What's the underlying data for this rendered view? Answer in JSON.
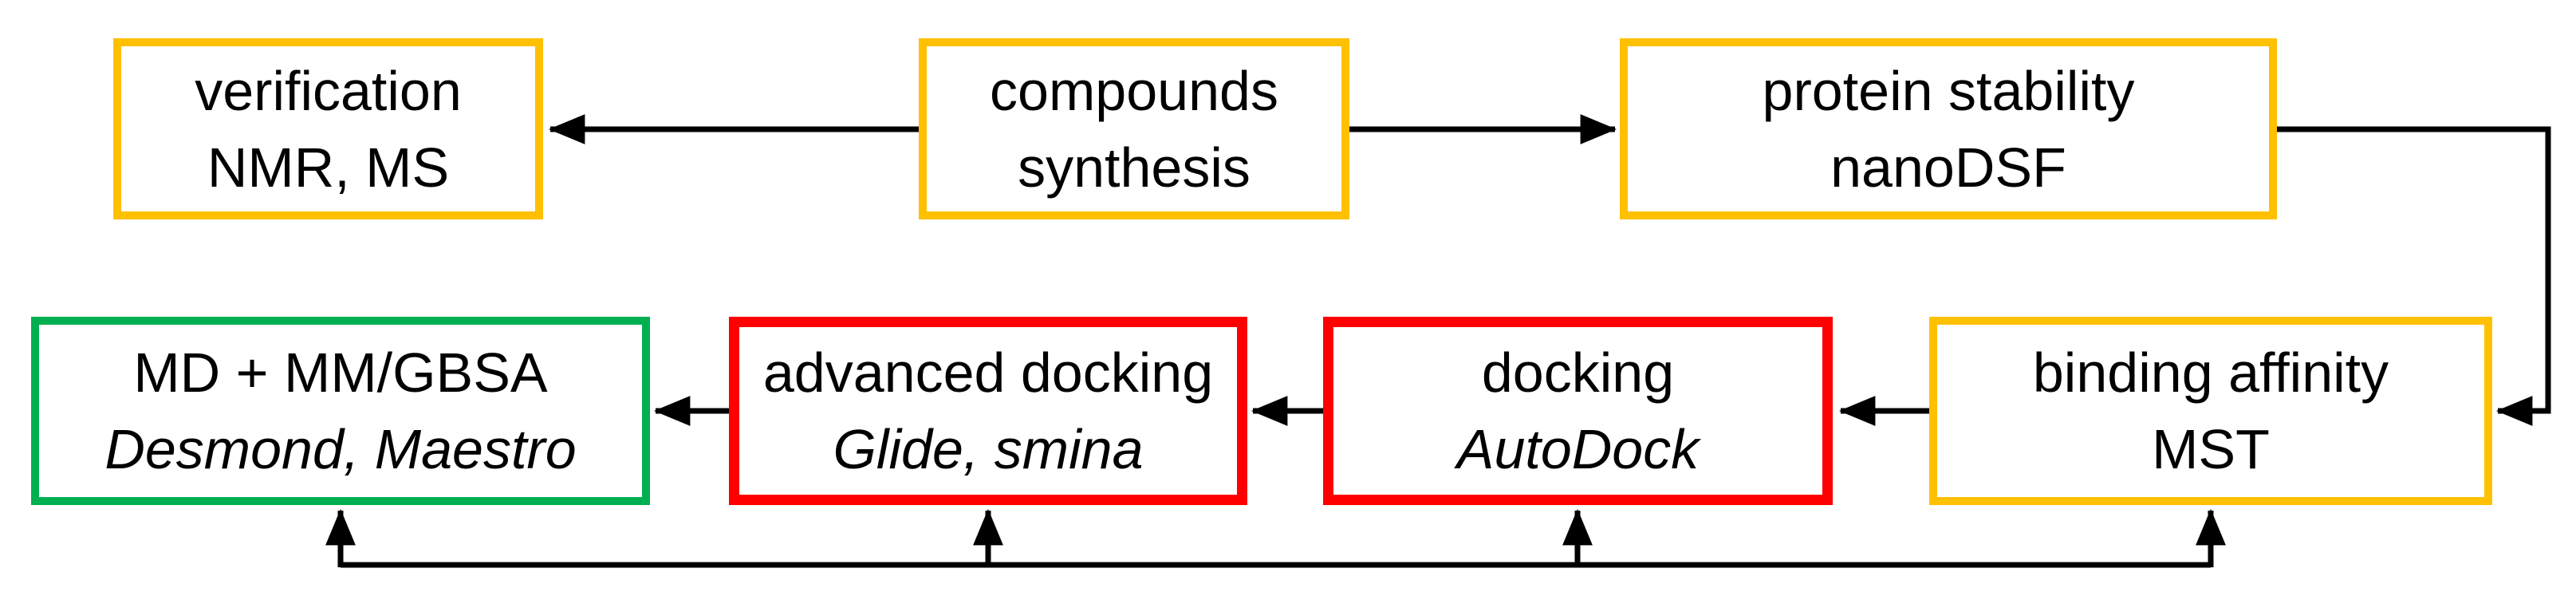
{
  "colors": {
    "yellow": "#FFC000",
    "red": "#FF0000",
    "green": "#00B050",
    "line": "#000000",
    "text": "#000000",
    "background": "#FFFFFF"
  },
  "diagram": {
    "description": "drug-discovery workflow flowchart",
    "nodes": [
      {
        "id": "verification",
        "title": "verification",
        "subtitle": "NMR, MS",
        "border_color": "#FFC000",
        "subtitle_italic": false
      },
      {
        "id": "compounds",
        "title": "compounds",
        "subtitle": "synthesis",
        "border_color": "#FFC000",
        "subtitle_italic": false
      },
      {
        "id": "protein-stability",
        "title": "protein stability",
        "subtitle": "nanoDSF",
        "border_color": "#FFC000",
        "subtitle_italic": false
      },
      {
        "id": "md-mmgbsa",
        "title": "MD + MM/GBSA",
        "subtitle": "Desmond, Maestro",
        "border_color": "#00B050",
        "subtitle_italic": true
      },
      {
        "id": "advanced-docking",
        "title": "advanced docking",
        "subtitle": "Glide, smina",
        "border_color": "#FF0000",
        "subtitle_italic": true
      },
      {
        "id": "docking",
        "title": "docking",
        "subtitle": "AutoDock",
        "border_color": "#FF0000",
        "subtitle_italic": true
      },
      {
        "id": "binding-affinity",
        "title": "binding affinity",
        "subtitle": "MST",
        "border_color": "#FFC000",
        "subtitle_italic": false
      }
    ],
    "edges": [
      {
        "from": "compounds",
        "to": "verification",
        "style": "arrow-left"
      },
      {
        "from": "compounds",
        "to": "protein-stability",
        "style": "arrow-right"
      },
      {
        "from": "protein-stability",
        "to": "binding-affinity",
        "style": "elbow-right-down-left"
      },
      {
        "from": "binding-affinity",
        "to": "docking",
        "style": "arrow-left"
      },
      {
        "from": "docking",
        "to": "advanced-docking",
        "style": "arrow-left"
      },
      {
        "from": "advanced-docking",
        "to": "md-mmgbsa",
        "style": "arrow-left"
      },
      {
        "from": "feedback-line",
        "to": "md-mmgbsa",
        "style": "arrow-up"
      },
      {
        "from": "feedback-line",
        "to": "advanced-docking",
        "style": "arrow-up"
      },
      {
        "from": "feedback-line",
        "to": "docking",
        "style": "arrow-up"
      },
      {
        "from": "feedback-line",
        "to": "binding-affinity",
        "style": "arrow-up"
      }
    ]
  }
}
